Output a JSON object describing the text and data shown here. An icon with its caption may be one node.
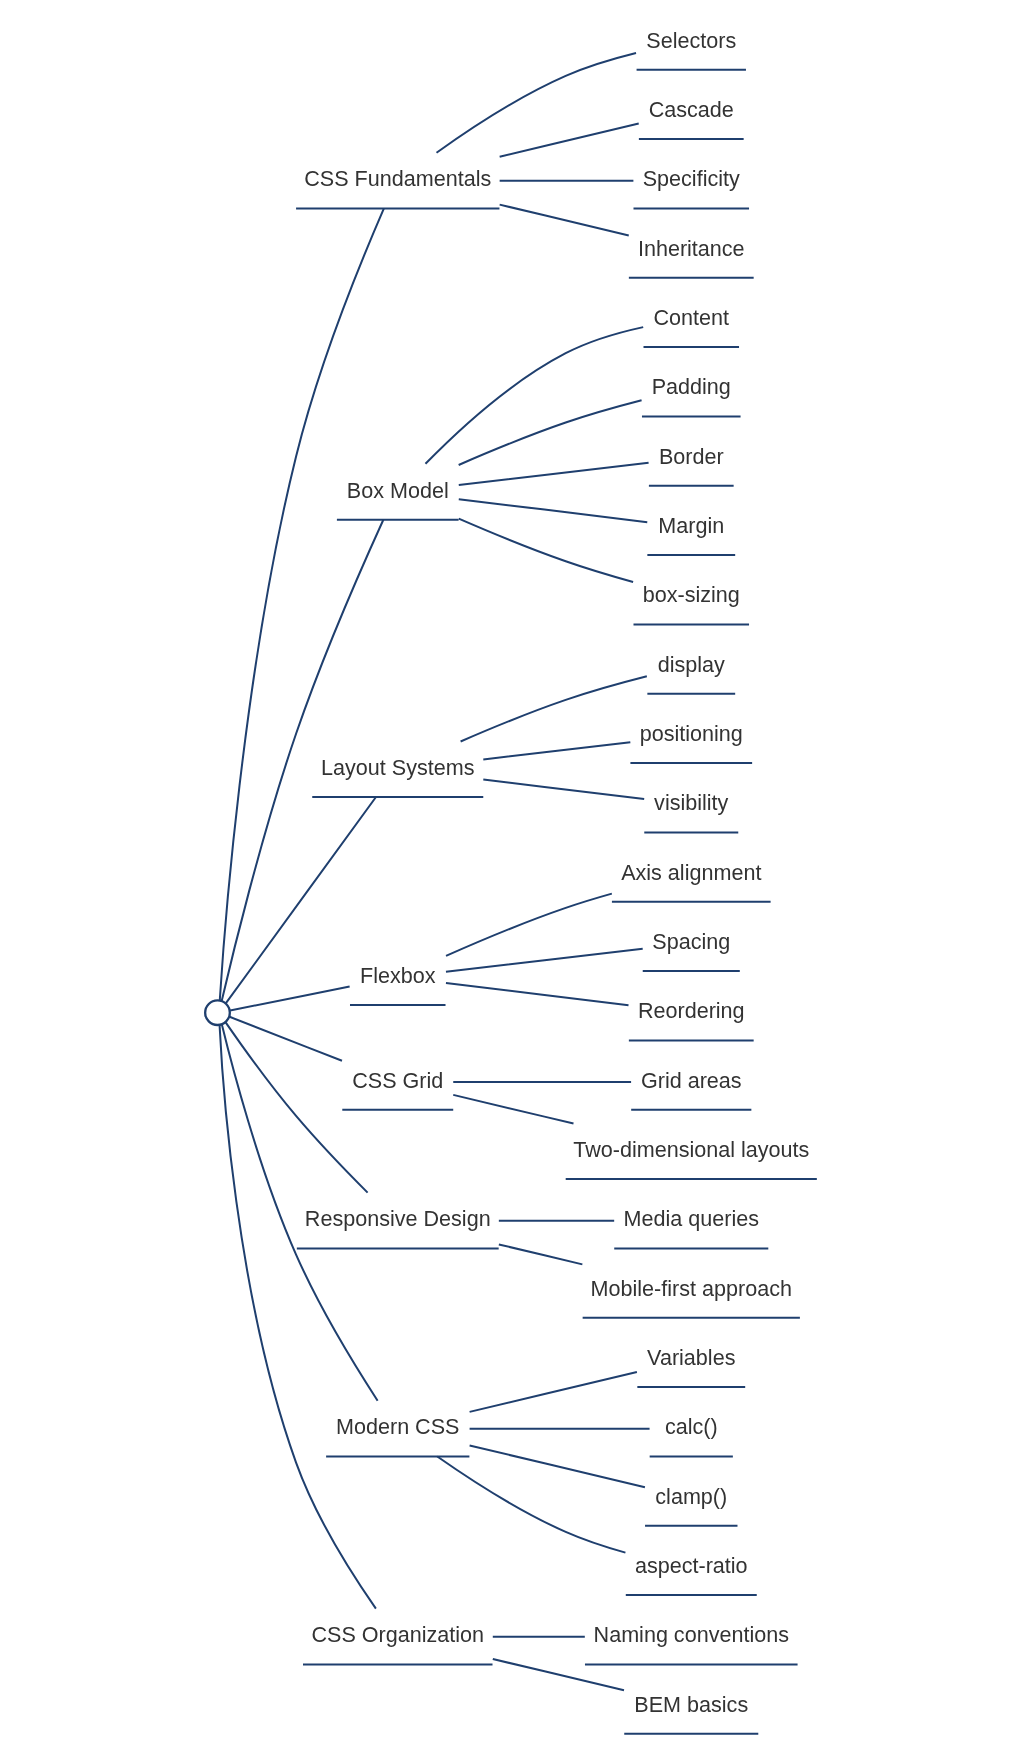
{
  "diagram": {
    "nodes": [
      {
        "text": [],
        "shape": "circle"
      },
      {
        "text": [
          "CSS Fundamentals"
        ]
      },
      {
        "text": [
          "Selectors"
        ]
      },
      {
        "text": [
          "Cascade"
        ]
      },
      {
        "text": [
          "Specificity"
        ]
      },
      {
        "text": [
          "Inheritance"
        ]
      },
      {
        "text": [
          "Box Model"
        ]
      },
      {
        "text": [
          "Content"
        ]
      },
      {
        "text": [
          "Padding"
        ]
      },
      {
        "text": [
          "Border"
        ]
      },
      {
        "text": [
          "Margin"
        ]
      },
      {
        "text": [
          "box-sizing"
        ]
      },
      {
        "text": [
          "Layout Systems"
        ]
      },
      {
        "text": [
          "display"
        ]
      },
      {
        "text": [
          "positioning"
        ]
      },
      {
        "text": [
          "visibility"
        ]
      },
      {
        "text": [
          "Flexbox"
        ]
      },
      {
        "text": [
          "Axis alignment"
        ]
      },
      {
        "text": [
          "Spacing"
        ]
      },
      {
        "text": [
          "Reordering"
        ]
      },
      {
        "text": [
          "CSS Grid"
        ]
      },
      {
        "text": [
          "Grid areas"
        ]
      },
      {
        "text": [
          "Two-dimensional layouts"
        ]
      },
      {
        "text": [
          "Responsive Design"
        ]
      },
      {
        "text": [
          "Media queries"
        ]
      },
      {
        "text": [
          "Mobile-first approach"
        ]
      },
      {
        "text": [
          "Modern CSS"
        ]
      },
      {
        "text": [
          "Variables"
        ]
      },
      {
        "text": [
          "calc()"
        ]
      },
      {
        "text": [
          "clamp()"
        ]
      },
      {
        "text": [
          "aspect-ratio"
        ]
      },
      {
        "text": [
          "CSS Organization"
        ]
      },
      {
        "text": [
          "Naming conventions"
        ]
      },
      {
        "text": [
          "BEM basics"
        ]
      }
    ],
    "edges": [
      {
        "from": 0,
        "to": 1,
        "arrow": "none"
      },
      {
        "from": 1,
        "to": 2,
        "arrow": "none"
      },
      {
        "from": 1,
        "to": 3,
        "arrow": "none"
      },
      {
        "from": 1,
        "to": 4,
        "arrow": "none"
      },
      {
        "from": 1,
        "to": 5,
        "arrow": "none"
      },
      {
        "from": 0,
        "to": 6,
        "arrow": "none"
      },
      {
        "from": 6,
        "to": 7,
        "arrow": "none"
      },
      {
        "from": 6,
        "to": 8,
        "arrow": "none"
      },
      {
        "from": 6,
        "to": 9,
        "arrow": "none"
      },
      {
        "from": 6,
        "to": 10,
        "arrow": "none"
      },
      {
        "from": 6,
        "to": 11,
        "arrow": "none"
      },
      {
        "from": 0,
        "to": 12,
        "arrow": "none"
      },
      {
        "from": 12,
        "to": 13,
        "arrow": "none"
      },
      {
        "from": 12,
        "to": 14,
        "arrow": "none"
      },
      {
        "from": 12,
        "to": 15,
        "arrow": "none"
      },
      {
        "from": 0,
        "to": 16,
        "arrow": "none"
      },
      {
        "from": 16,
        "to": 17,
        "arrow": "none"
      },
      {
        "from": 16,
        "to": 18,
        "arrow": "none"
      },
      {
        "from": 16,
        "to": 19,
        "arrow": "none"
      },
      {
        "from": 0,
        "to": 20,
        "arrow": "none"
      },
      {
        "from": 20,
        "to": 21,
        "arrow": "none"
      },
      {
        "from": 20,
        "to": 22,
        "arrow": "none"
      },
      {
        "from": 0,
        "to": 23,
        "arrow": "none"
      },
      {
        "from": 23,
        "to": 24,
        "arrow": "none"
      },
      {
        "from": 23,
        "to": 25,
        "arrow": "none"
      },
      {
        "from": 0,
        "to": 26,
        "arrow": "none"
      },
      {
        "from": 26,
        "to": 27,
        "arrow": "none"
      },
      {
        "from": 26,
        "to": 28,
        "arrow": "none"
      },
      {
        "from": 26,
        "to": 29,
        "arrow": "none"
      },
      {
        "from": 26,
        "to": 30,
        "arrow": "none"
      },
      {
        "from": 0,
        "to": 31,
        "arrow": "none"
      },
      {
        "from": 31,
        "to": 32,
        "arrow": "none"
      },
      {
        "from": 31,
        "to": 33,
        "arrow": "none"
      }
    ]
  }
}
